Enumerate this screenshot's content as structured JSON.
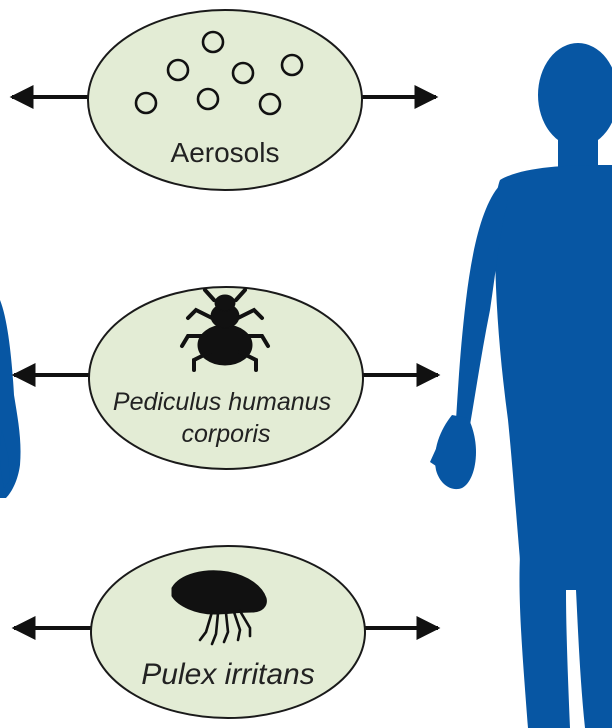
{
  "colors": {
    "human_fill": "#0756a3",
    "ellipse_fill": "#e3ecd5",
    "ellipse_stroke": "#1a1a1a",
    "arrow": "#111111",
    "insect": "#111111"
  },
  "vectors": [
    {
      "id": "aerosols",
      "label_lines": [
        "Aerosols"
      ],
      "italic": false,
      "icon": "droplets-icon"
    },
    {
      "id": "body-louse",
      "label_lines": [
        "Pediculus humanus",
        "corporis"
      ],
      "italic": true,
      "icon": "louse-icon"
    },
    {
      "id": "flea",
      "label_lines": [
        "Pulex irritans"
      ],
      "italic": true,
      "icon": "flea-icon"
    }
  ],
  "figures": [
    {
      "id": "left-human",
      "icon": "human-silhouette-icon",
      "note": "partially visible at left edge"
    },
    {
      "id": "right-human",
      "icon": "human-silhouette-icon"
    }
  ]
}
